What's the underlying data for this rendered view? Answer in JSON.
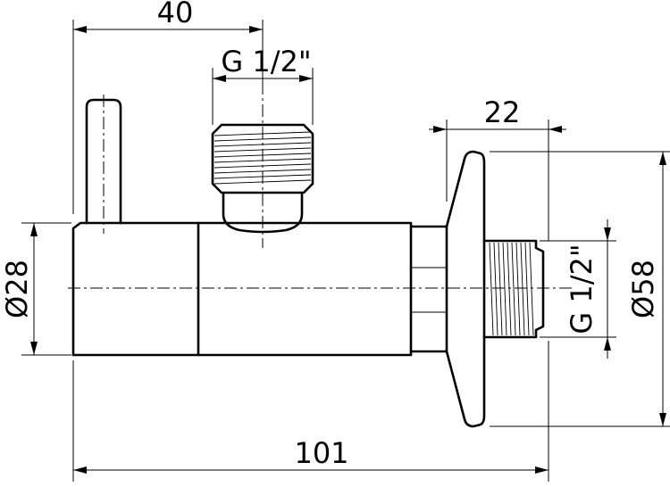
{
  "dimensions": {
    "handle_offset": "40",
    "top_thread": "G 1/2\"",
    "flange_depth": "22",
    "body_diameter": "Ø28",
    "side_thread": "G 1/2\"",
    "flange_diameter": "Ø58",
    "overall_length": "101"
  }
}
